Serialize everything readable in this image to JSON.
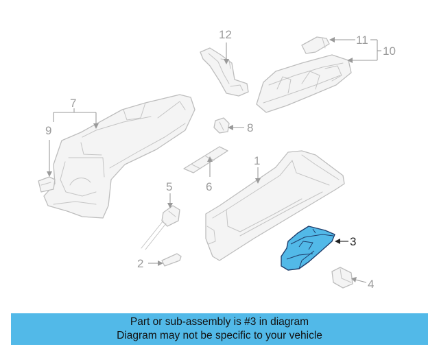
{
  "callouts": {
    "c1": "1",
    "c2": "2",
    "c3": "3",
    "c4": "4",
    "c5": "5",
    "c6": "6",
    "c7": "7",
    "c8": "8",
    "c9": "9",
    "c10": "10",
    "c11": "11",
    "c12": "12"
  },
  "highlight_part": "3",
  "colors": {
    "highlight_fill": "#52b9e8",
    "highlight_stroke": "#1e3c6a",
    "banner_bg": "#52b9e8",
    "line_art": "#bdbdbd"
  },
  "banner": {
    "line1": "Part or sub-assembly is #3 in diagram",
    "line2": "Diagram may not be specific to your vehicle"
  }
}
